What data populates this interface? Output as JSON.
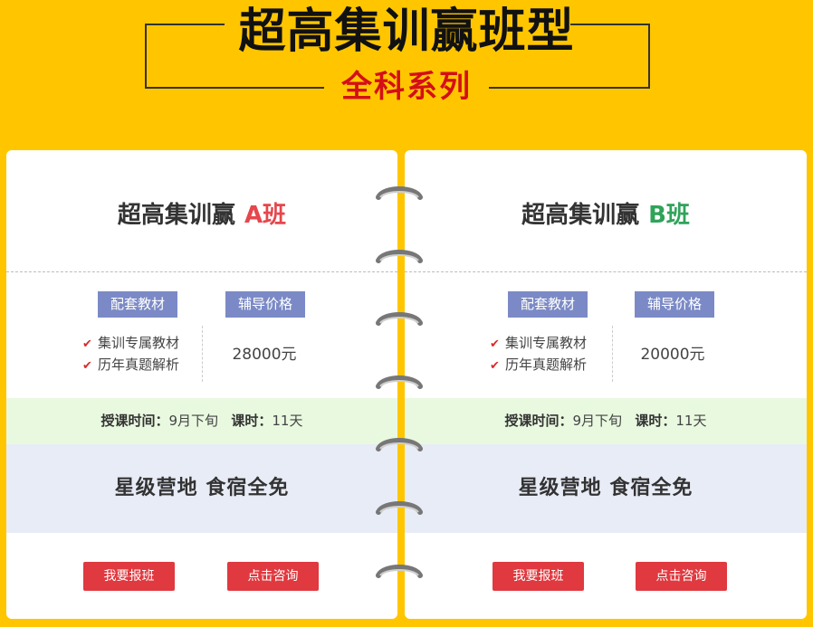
{
  "header": {
    "title": "超高集训赢班型",
    "subtitle": "全科系列"
  },
  "cards": [
    {
      "name_prefix": "超高集训赢",
      "name_suffix": "A班",
      "tags": [
        "配套教材",
        "辅导价格"
      ],
      "features": [
        "集训专属教材",
        "历年真题解析"
      ],
      "price": "28000元",
      "schedule_label": "授课时间：",
      "schedule_value": "9月下旬",
      "hours_label": "课时：",
      "hours_value": "11天",
      "perk": "星级营地 食宿全免",
      "buttons": [
        "我要报班",
        "点击咨询"
      ]
    },
    {
      "name_prefix": "超高集训赢",
      "name_suffix": "B班",
      "tags": [
        "配套教材",
        "辅导价格"
      ],
      "features": [
        "集训专属教材",
        "历年真题解析"
      ],
      "price": "20000元",
      "schedule_label": "授课时间：",
      "schedule_value": "9月下旬",
      "hours_label": "课时：",
      "hours_value": "11天",
      "perk": "星级营地 食宿全免",
      "buttons": [
        "我要报班",
        "点击咨询"
      ]
    }
  ],
  "colors": {
    "background": "#ffc600",
    "accent_red": "#e0393f",
    "title_red": "#d40f17",
    "a_class": "#e6464c",
    "b_class": "#2fa35a",
    "tag_blue": "#7b8ac6"
  },
  "icons": {
    "check": "check-icon",
    "binder_ring": "binder-ring-icon"
  }
}
